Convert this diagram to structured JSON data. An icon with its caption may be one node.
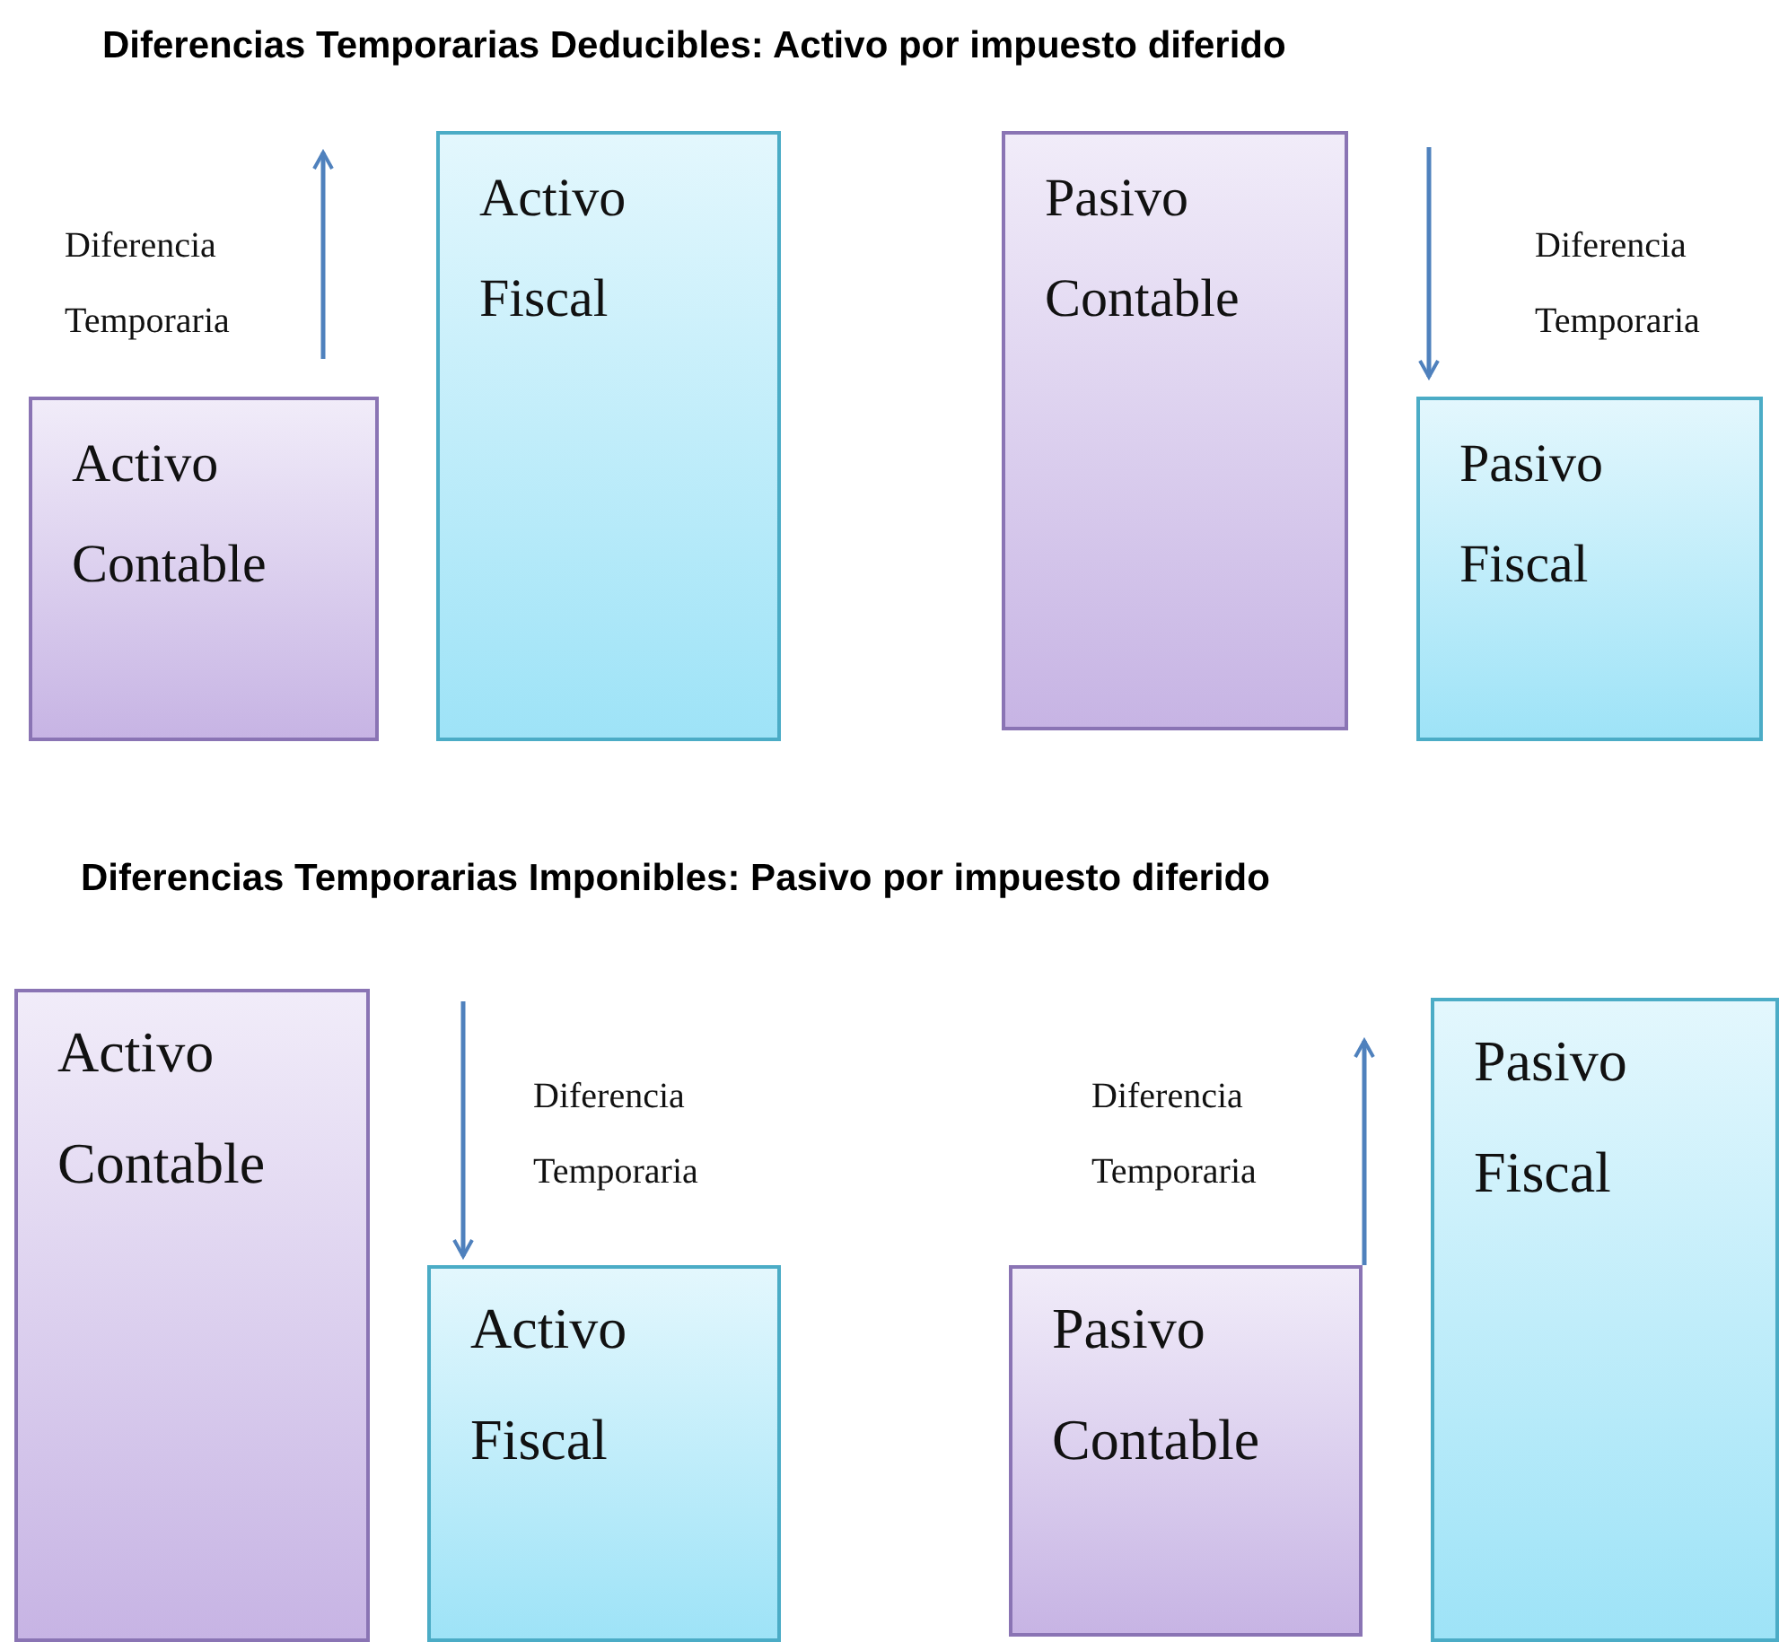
{
  "diagram": {
    "title": "Diferencias Temporarias Deducibles: Activo por impuesto diferido",
    "nodes": [
      {
        "text": [
          "Activo Contable"
        ]
      },
      {
        "text": [
          "Activo Fiscal"
        ]
      },
      {
        "text": [
          "Pasivo Contable"
        ]
      },
      {
        "text": [
          "Pasivo Fiscal"
        ]
      },
      {
        "text": [
          "Activo Contable"
        ]
      },
      {
        "text": [
          "Activo Fiscal"
        ]
      },
      {
        "text": [
          "Pasivo Contable"
        ]
      },
      {
        "text": [
          "Pasivo Fiscal"
        ]
      }
    ],
    "edges": [],
    "labels": [
      "Diferencia Temporaria",
      "Diferencia Temporaria",
      "Diferencias Temporarias Imponibles: Pasivo por impuesto diferido",
      "Diferencia Temporaria",
      "Diferencia Temporaria"
    ]
  }
}
